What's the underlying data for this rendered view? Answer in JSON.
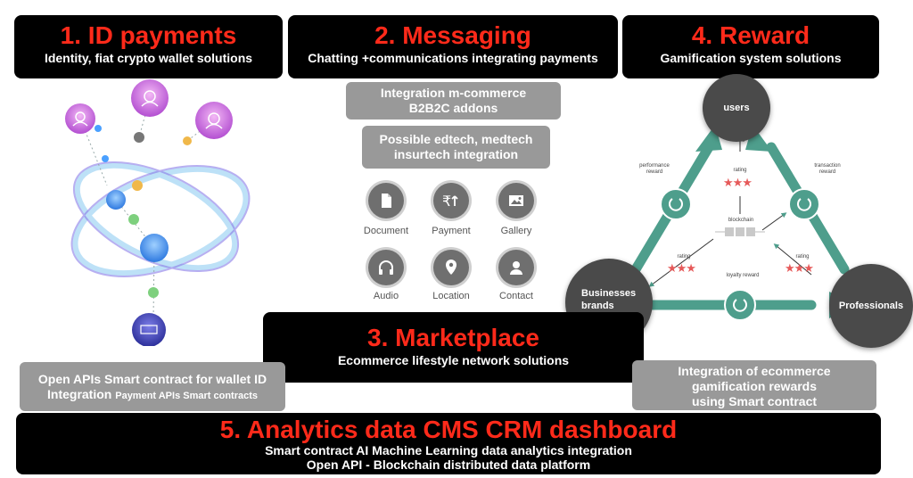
{
  "sections": {
    "id_payments": {
      "title": "1. ID payments",
      "subtitle": "Identity, fiat crypto wallet solutions"
    },
    "messaging": {
      "title": "2. Messaging",
      "subtitle": "Chatting +communications integrating payments"
    },
    "reward": {
      "title": "4. Reward",
      "subtitle": "Gamification system solutions"
    },
    "marketplace": {
      "title": "3. Marketplace",
      "subtitle": "Ecommerce lifestyle network solutions"
    },
    "analytics": {
      "title": "5. Analytics data CMS CRM dashboard",
      "line1": "Smart contract AI Machine Learning data analytics integration",
      "line2": "Open API - Blockchain distributed data platform"
    }
  },
  "messaging_notes": {
    "mcommerce": {
      "line1": "Integration m-commerce",
      "line2": "B2B2C addons"
    },
    "edtech": {
      "line1": "Possible edtech, medtech",
      "line2": "insurtech integration"
    }
  },
  "messaging_icons": [
    {
      "label": "Document",
      "icon": "document-icon"
    },
    {
      "label": "Payment",
      "icon": "payment-icon"
    },
    {
      "label": "Gallery",
      "icon": "gallery-icon"
    },
    {
      "label": "Audio",
      "icon": "headphones-icon"
    },
    {
      "label": "Location",
      "icon": "location-icon"
    },
    {
      "label": "Contact",
      "icon": "contact-icon"
    }
  ],
  "id_notes": {
    "line1": "Open APIs Smart contract for wallet ID",
    "line2_main": "Integration",
    "line2_small": "Payment APIs Smart contracts"
  },
  "reward_note": {
    "line1": "Integration of ecommerce",
    "line2": "gamification rewards",
    "line3": "using Smart contract"
  },
  "reward_diagram": {
    "nodes": {
      "users": "users",
      "businesses": "Businesses brands",
      "professionals": "Professionals"
    },
    "labels": {
      "performance": "performance reward",
      "transaction": "transaction reward",
      "loyalty": "loyalty reward",
      "rating_top": "rating",
      "rating_left": "rating",
      "rating_right": "rating",
      "blockchain": "blockchain"
    },
    "colors": {
      "arrow": "#4e9e8c",
      "node": "#4a4a4a",
      "stars": "#e65a5a"
    }
  },
  "colors": {
    "title_red": "#ff2a1a",
    "box_black": "#000000",
    "note_grey": "#999999"
  }
}
